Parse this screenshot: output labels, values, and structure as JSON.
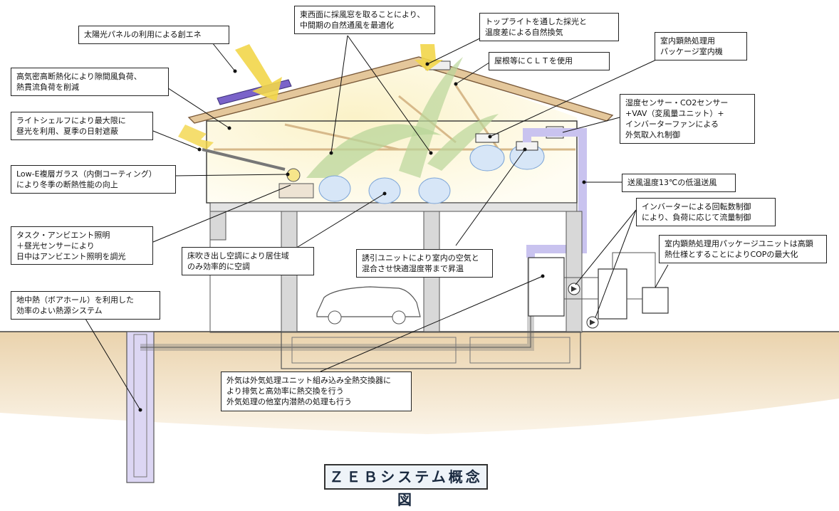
{
  "title": "ＺＥＢシステム概念図",
  "labels": {
    "solar": [
      "太陽光パネルの利用による創エネ"
    ],
    "windows_east_west": [
      "東西面に採風窓を取ることにより、",
      "中間期の自然通風を最適化"
    ],
    "toplight": [
      "トップライトを通した採光と",
      "温度差による自然換気"
    ],
    "indoor_heat_unit": [
      "室内顕熱処理用",
      "パッケージ室内機"
    ],
    "roof_clt": [
      "屋根等にＣＬＴを使用"
    ],
    "insulation": [
      "高気密高断熱化により隙間風負荷、",
      "熱貫流負荷を削減"
    ],
    "light_shelf": [
      "ライトシェルフにより最大限に",
      "昼光を利用、夏季の日射遮蔽"
    ],
    "sensors": [
      "湿度センサー・CO2センサー",
      "+VAV（変風量ユニット）+",
      "インバーターファンによる",
      "外気取入れ制御"
    ],
    "low_e": [
      "Low-E複層ガラス（内側コーティング）",
      "により冬季の断熱性能の向上"
    ],
    "supply_air": [
      "送風温度13℃の低温送風"
    ],
    "inverter": [
      "インバーターによる回転数制御",
      "により、負荷に応じて流量制御"
    ],
    "task_ambient": [
      "タスク・アンビエント照明",
      "＋昼光センサーにより",
      "日中はアンビエント照明を調光"
    ],
    "floor_air": [
      "床吹き出し空調により居住域",
      "のみ効率的に空調"
    ],
    "induction_unit": [
      "誘引ユニットにより室内の空気と",
      "混合させ快適湿度帯まで昇温"
    ],
    "package_unit": [
      "室内顕熱処理用パッケージユニットは高顕",
      "熱仕様とすることによりCOPの最大化"
    ],
    "geothermal": [
      "地中熱（ボアホール）を利用した",
      "効率のよい熱源システム"
    ],
    "outdoor_air": [
      "外気は外気処理ユニット組み込み全熱交換器に",
      "より排気と高効率に熱交換を行う",
      "外気処理の他室内潜熱の処理も行う"
    ]
  },
  "colors": {
    "ground": "#ecd7b4",
    "roof_glow": "#f8eab0",
    "solar_panel": "#7a63c9",
    "arrow_yellow": "#f2d64a",
    "leaf_green": "#a9c98a",
    "duct": "#c9c3ef",
    "wall": "#d8d8d8"
  }
}
